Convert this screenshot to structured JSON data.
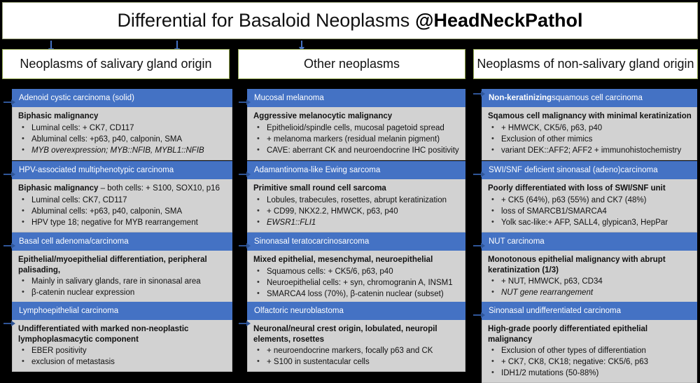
{
  "title": {
    "main": "Differential for Basaloid Neoplasms",
    "handle": "@HeadNeckPathol"
  },
  "columns": [
    {
      "header": "Neoplasms of salivary gland origin",
      "cards": [
        {
          "title": "Adenoid cystic carcinoma (solid)",
          "title_bold_prefix": "",
          "lead": "Biphasic malignancy",
          "lead_regular_suffix": "",
          "bullets": [
            {
              "text": "Luminal cells: + CK7, CD117",
              "italic": false
            },
            {
              "text": "Abluminal cells: +p63, p40, calponin, SMA",
              "italic": false
            },
            {
              "text": "MYB overexpression; MYB::NFIB, MYBL1::NFIB",
              "italic": true
            }
          ]
        },
        {
          "title": "HPV-associated multiphenotypic carcinoma",
          "title_bold_prefix": "",
          "lead": "Biphasic malignancy",
          "lead_regular_suffix": " – both cells: + S100, SOX10, p16",
          "bullets": [
            {
              "text": "Luminal cells: CK7, CD117",
              "italic": false
            },
            {
              "text": "Abluminal cells: +p63, p40, calponin, SMA",
              "italic": false
            },
            {
              "text": "HPV type 18; negative for MYB rearrangement",
              "italic": false
            }
          ]
        },
        {
          "title": "Basal cell adenoma/carcinoma",
          "title_bold_prefix": "",
          "lead": "Epithelial/myoepithelial differentiation, peripheral palisading,",
          "lead_regular_suffix": "",
          "bullets": [
            {
              "text": "Mainly in salivary glands, rare in sinonasal area",
              "italic": false
            },
            {
              "text": "β-catenin nuclear expression",
              "italic": false
            }
          ]
        },
        {
          "title": "Lymphoepithelial carcinoma",
          "title_bold_prefix": "",
          "lead": "Undifferentiated with marked non-neoplastic lymphoplasmacytic component",
          "lead_regular_suffix": "",
          "bullets": [
            {
              "text": "EBER positivity",
              "italic": false
            },
            {
              "text": "exclusion of metastasis",
              "italic": false
            }
          ]
        }
      ]
    },
    {
      "header": "Other neoplasms",
      "cards": [
        {
          "title": "Mucosal melanoma",
          "title_bold_prefix": "",
          "lead": "Aggressive melanocytic malignancy",
          "lead_regular_suffix": "",
          "bullets": [
            {
              "text": "Epithelioid/spindle cells, mucosal pagetoid spread",
              "italic": false
            },
            {
              "text": "+ melanoma markers (residual melanin pigment)",
              "italic": false
            },
            {
              "text": "CAVE: aberrant CK and neuroendocrine IHC positivity",
              "italic": false
            }
          ]
        },
        {
          "title": "Adamantinoma-like Ewing sarcoma",
          "title_bold_prefix": "",
          "lead": "Primitive small round cell sarcoma",
          "lead_regular_suffix": "",
          "bullets": [
            {
              "text": "Lobules, trabecules, rosettes, abrupt keratinization",
              "italic": false
            },
            {
              "text": "+ CD99, NKX2.2, HMWCK, p63, p40",
              "italic": false
            },
            {
              "text": "EWSR1::FLI1",
              "italic": true
            }
          ]
        },
        {
          "title": "Sinonasal teratocarcinosarcoma",
          "title_bold_prefix": "",
          "lead": "Mixed epithelial, mesenchymal, neuroepithelial",
          "lead_regular_suffix": "",
          "bullets": [
            {
              "text": "Squamous cells: + CK5/6, p63, p40",
              "italic": false
            },
            {
              "text": "Neuroepithelial cells: + syn, chromogranin A, INSM1",
              "italic": false
            },
            {
              "text": "SMARCA4 loss (70%), β-catenin nuclear (subset)",
              "italic": false
            }
          ]
        },
        {
          "title": "Olfactoric neuroblastoma",
          "title_bold_prefix": "",
          "lead": "Neuronal/neural crest origin, lobulated, neuropil elements, rosettes",
          "lead_regular_suffix": "",
          "bullets": [
            {
              "text": "+ neuroendocrine markers, focally p63 and CK",
              "italic": false
            },
            {
              "text": "+ S100 in sustentacular cells",
              "italic": false
            }
          ]
        }
      ]
    },
    {
      "header": "Neoplasms of non-salivary gland origin",
      "cards": [
        {
          "title": " squamous cell carcinoma",
          "title_bold_prefix": "Non-keratinizing",
          "lead": "Sqamous cell malignancy with minimal keratinization",
          "lead_regular_suffix": "",
          "bullets": [
            {
              "text": "+ HMWCK, CK5/6, p63, p40",
              "italic": false
            },
            {
              "text": "Exclusion of other mimics",
              "italic": false
            },
            {
              "text": "variant DEK::AFF2; AFF2 + immunohistochemistry",
              "italic": false
            }
          ]
        },
        {
          "title": "SWI/SNF deficient sinonasal (adeno)carcinoma",
          "title_bold_prefix": "",
          "lead": "Poorly differentiated with loss of SWI/SNF unit",
          "lead_regular_suffix": "",
          "bullets": [
            {
              "text": "+ CK5 (64%), p63 (55%) and CK7 (48%)",
              "italic": false
            },
            {
              "text": "loss of SMARCB1/SMARCA4",
              "italic": false
            },
            {
              "text": "Yolk sac-like:+ AFP, SALL4, glypican3, HepPar",
              "italic": false
            }
          ]
        },
        {
          "title": "NUT carcinoma",
          "title_bold_prefix": "",
          "lead": "Monotonous epithelial malignancy with abrupt keratinization (1/3)",
          "lead_regular_suffix": "",
          "bullets": [
            {
              "text": "+ NUT, HMWCK, p63, CD34",
              "italic": false
            },
            {
              "text": "NUT gene rearrangement",
              "italic": true
            }
          ]
        },
        {
          "title": "Sinonasal undifferentiated carcinoma",
          "title_bold_prefix": "",
          "lead": "High-grade poorly differentiated epithelial malignancy",
          "lead_regular_suffix": "",
          "bullets": [
            {
              "text": "Exclusion of other types of differentiation",
              "italic": false
            },
            {
              "text": "+ CK7, CK8, CK18; negative: CK5/6, p63",
              "italic": false
            },
            {
              "text": "IDH1/2 mutations (50-88%)",
              "italic": false
            }
          ]
        }
      ]
    }
  ],
  "colors": {
    "background": "#000000",
    "card_header_blue": "#4472C4",
    "card_body_gray": "#D2D2D2",
    "header_box_border_green": "#92a74e",
    "arrow_blue": "#2f5597"
  }
}
